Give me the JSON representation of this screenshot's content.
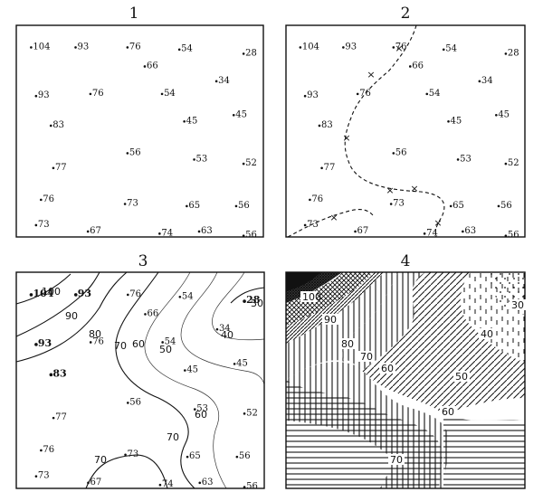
{
  "panels": [
    {
      "id": "p1",
      "label": "1"
    },
    {
      "id": "p2",
      "label": "2"
    },
    {
      "id": "p3",
      "label": "3"
    },
    {
      "id": "p4",
      "label": "4"
    }
  ],
  "points": [
    {
      "text": "104",
      "x": 0.06,
      "y": 0.1,
      "bold": false
    },
    {
      "text": "93",
      "x": 0.24,
      "y": 0.1,
      "bold": false
    },
    {
      "text": "76",
      "x": 0.45,
      "y": 0.1,
      "bold": false
    },
    {
      "text": "54",
      "x": 0.66,
      "y": 0.11,
      "bold": false
    },
    {
      "text": "28",
      "x": 0.92,
      "y": 0.13,
      "bold": false
    },
    {
      "text": "66",
      "x": 0.52,
      "y": 0.19,
      "bold": false
    },
    {
      "text": "34",
      "x": 0.81,
      "y": 0.26,
      "bold": false
    },
    {
      "text": "93",
      "x": 0.08,
      "y": 0.33,
      "bold": false
    },
    {
      "text": "76",
      "x": 0.3,
      "y": 0.32,
      "bold": false
    },
    {
      "text": "54",
      "x": 0.59,
      "y": 0.32,
      "bold": false
    },
    {
      "text": "83",
      "x": 0.14,
      "y": 0.47,
      "bold": false
    },
    {
      "text": "45",
      "x": 0.68,
      "y": 0.45,
      "bold": false
    },
    {
      "text": "45",
      "x": 0.88,
      "y": 0.42,
      "bold": false
    },
    {
      "text": "56",
      "x": 0.45,
      "y": 0.6,
      "bold": false
    },
    {
      "text": "53",
      "x": 0.72,
      "y": 0.63,
      "bold": false
    },
    {
      "text": "77",
      "x": 0.15,
      "y": 0.67,
      "bold": false
    },
    {
      "text": "52",
      "x": 0.92,
      "y": 0.65,
      "bold": false
    },
    {
      "text": "76",
      "x": 0.1,
      "y": 0.82,
      "bold": false
    },
    {
      "text": "73",
      "x": 0.44,
      "y": 0.84,
      "bold": false
    },
    {
      "text": "65",
      "x": 0.69,
      "y": 0.85,
      "bold": false
    },
    {
      "text": "56",
      "x": 0.89,
      "y": 0.85,
      "bold": false
    },
    {
      "text": "73",
      "x": 0.08,
      "y": 0.94,
      "bold": false
    },
    {
      "text": "67",
      "x": 0.29,
      "y": 0.97,
      "bold": false
    },
    {
      "text": "74",
      "x": 0.58,
      "y": 0.98,
      "bold": false
    },
    {
      "text": "63",
      "x": 0.74,
      "y": 0.97,
      "bold": false
    },
    {
      "text": "56",
      "x": 0.92,
      "y": 0.99,
      "bold": false
    }
  ],
  "panel3_bold": [
    "104",
    "93_0",
    "93_7",
    "83",
    "28"
  ],
  "panel3_labels": [
    "100",
    "90",
    "80",
    "70",
    "60",
    "50",
    "40",
    "30",
    "60",
    "70",
    "70"
  ],
  "panel4_labels": [
    "100",
    "90",
    "80",
    "70",
    "60",
    "50",
    "40",
    "30",
    "60",
    "70"
  ]
}
